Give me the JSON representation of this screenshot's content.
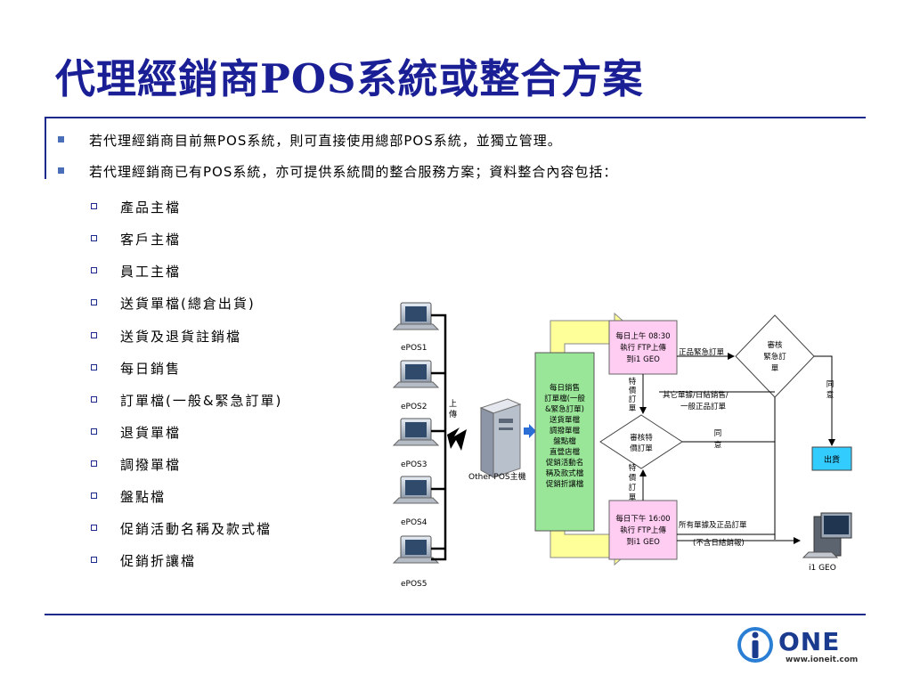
{
  "slide": {
    "title": "代理經銷商POS系統或整合方案",
    "bullets": [
      "若代理經銷商目前無POS系統，則可直接使用總部POS系統，並獨立管理。",
      "若代理經銷商已有POS系統，亦可提供系統間的整合服務方案；資料整合內容包括："
    ],
    "sub_items": [
      "產品主檔",
      "客戶主檔",
      "員工主檔",
      "送貨單檔(總倉出貨)",
      "送貨及退貨註銷檔",
      "每日銷售",
      "訂單檔(一般&緊急訂單)",
      "退貨單檔",
      "調撥單檔",
      "盤點檔",
      "促銷活動名稱及款式檔",
      "促銷折讓檔"
    ]
  },
  "diagram": {
    "epos_labels": [
      "ePOS1",
      "ePOS2",
      "ePOS3",
      "ePOS4",
      "ePOS5"
    ],
    "upload_label": [
      "上",
      "傳"
    ],
    "server_label": "Other POS主機",
    "data_box_lines": [
      "每日銷售",
      "訂單檔(一般",
      "&緊急訂單)",
      "送貨單檔",
      "調撥單檔",
      "盤點檔",
      "直營店檔",
      "促銷活動名",
      "稱及款式檔",
      "促銷折讓檔"
    ],
    "ftp_morning": [
      "每日上午 08:30",
      "執行 FTP上傳",
      "到i1 GEO"
    ],
    "ftp_afternoon": [
      "每日下午 16:00",
      "執行 FTP上傳",
      "到i1 GEO"
    ],
    "urgent_label": "正品緊急訂單",
    "review_urgent": [
      "審核",
      "緊急訂",
      "單"
    ],
    "agree_label_1": [
      "同",
      "意"
    ],
    "other_orders": [
      "其它單據/日結銷售/",
      "一般正品訂單"
    ],
    "special_order_top": [
      "特",
      "價",
      "訂",
      "單"
    ],
    "review_special": [
      "審核特",
      "價訂單"
    ],
    "agree_label_2": [
      "同",
      "意"
    ],
    "special_order_bottom": [
      "特",
      "價",
      "訂",
      "單"
    ],
    "ship_label": "出貨",
    "all_docs": [
      "所有單據及正品訂單",
      "(不含日結銷報)"
    ],
    "i1geo_label": "i1 GEO"
  },
  "footer": {
    "logo_text": "ONE",
    "logo_url": "www.ioneit.com",
    "brand_color": "#1b3b8f"
  }
}
